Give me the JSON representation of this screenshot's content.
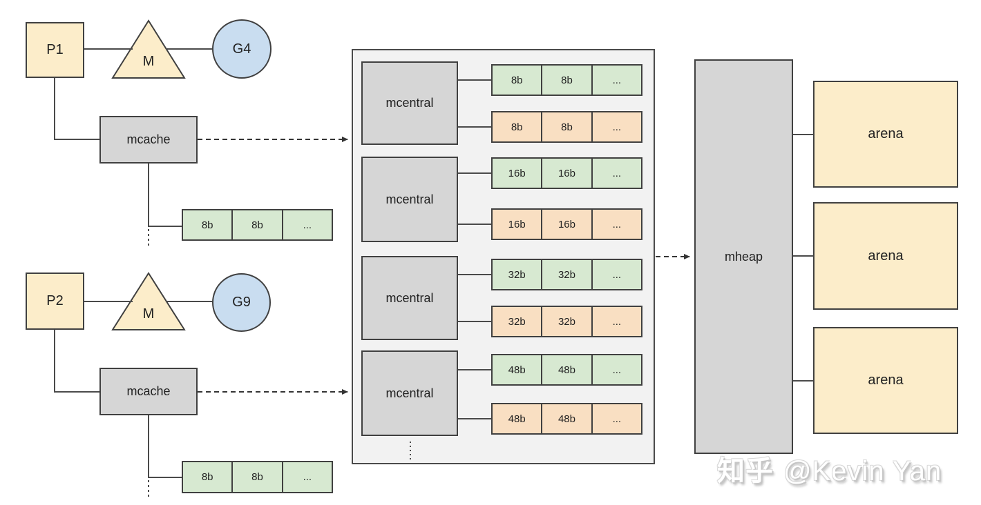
{
  "pgroups": [
    {
      "processor": "P1",
      "machine": "M",
      "goroutine": "G4",
      "cache_label": "mcache",
      "span_cells": [
        "8b",
        "8b",
        "..."
      ]
    },
    {
      "processor": "P2",
      "machine": "M",
      "goroutine": "G9",
      "cache_label": "mcache",
      "span_cells": [
        "8b",
        "8b",
        "..."
      ]
    }
  ],
  "central": {
    "units": [
      {
        "label": "mcentral",
        "rows": [
          {
            "kind": "nonempty-green",
            "cells": [
              "8b",
              "8b",
              "..."
            ]
          },
          {
            "kind": "empty-orange",
            "cells": [
              "8b",
              "8b",
              "..."
            ]
          }
        ]
      },
      {
        "label": "mcentral",
        "rows": [
          {
            "kind": "nonempty-green",
            "cells": [
              "16b",
              "16b",
              "..."
            ]
          },
          {
            "kind": "empty-orange",
            "cells": [
              "16b",
              "16b",
              "..."
            ]
          }
        ]
      },
      {
        "label": "mcentral",
        "rows": [
          {
            "kind": "nonempty-green",
            "cells": [
              "32b",
              "32b",
              "..."
            ]
          },
          {
            "kind": "empty-orange",
            "cells": [
              "32b",
              "32b",
              "..."
            ]
          }
        ]
      },
      {
        "label": "mcentral",
        "rows": [
          {
            "kind": "nonempty-green",
            "cells": [
              "48b",
              "48b",
              "..."
            ]
          },
          {
            "kind": "empty-orange",
            "cells": [
              "48b",
              "48b",
              "..."
            ]
          }
        ]
      }
    ]
  },
  "heap": {
    "label": "mheap",
    "arenas": [
      "arena",
      "arena",
      "arena"
    ]
  },
  "watermark": {
    "site": "知乎",
    "author": "@Kevin Yan"
  },
  "colors": {
    "cream_fill": "#fcedca",
    "blue_fill": "#c9ddf0",
    "gray_fill": "#d6d6d6",
    "green_fill": "#d7e9d1",
    "orange_fill": "#f9dfc2",
    "panel_fill": "#f2f2f2",
    "border": "#404040",
    "watermark_gray": "#c6c6c6"
  }
}
